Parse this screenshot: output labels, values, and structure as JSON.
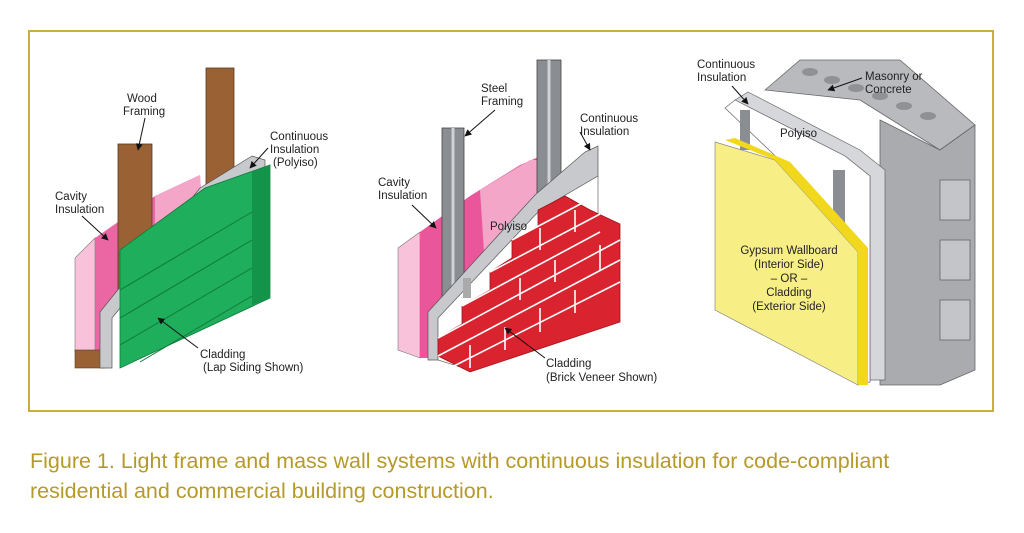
{
  "figure": {
    "panels": [
      {
        "name": "wood-frame-wall",
        "labels": {
          "framing_1": "Wood",
          "framing_2": "Framing",
          "ci_1": "Continuous",
          "ci_2": "Insulation",
          "ci_3": "(Polyiso)",
          "cavity_1": "Cavity",
          "cavity_2": "Insulation",
          "cladding_1": "Cladding",
          "cladding_2": "(Lap Siding Shown)"
        }
      },
      {
        "name": "steel-frame-wall",
        "labels": {
          "framing_1": "Steel",
          "framing_2": "Framing",
          "ci_1": "Continuous",
          "ci_2": "Insulation",
          "cavity_1": "Cavity",
          "cavity_2": "Insulation",
          "polyiso": "Polyiso",
          "cladding_1": "Cladding",
          "cladding_2": "(Brick Veneer Shown)"
        }
      },
      {
        "name": "mass-wall",
        "labels": {
          "ci_1": "Continuous",
          "ci_2": "Insulation",
          "masonry_1": "Masonry or",
          "masonry_2": "Concrete",
          "polyiso": "Polyiso",
          "board_1": "Gypsum Wallboard",
          "board_2": "(Interior Side)",
          "board_3": "– OR –",
          "board_4": "Cladding",
          "board_5": "(Exterior Side)"
        }
      }
    ],
    "caption": "Figure 1.  Light frame and mass wall systems with continuous insulation for code-compliant residential and commercial building construction.",
    "colors": {
      "border": "#c9ae3c",
      "caption": "#b59a2a",
      "pink": "#f4a6c8",
      "pink_dark": "#e9579a",
      "wood": "#9a6234",
      "green": "#1fae5c",
      "brick": "#d9232e",
      "steel": "#8a8d92",
      "yellow": "#f7ef86",
      "block": "#a9abae"
    }
  }
}
